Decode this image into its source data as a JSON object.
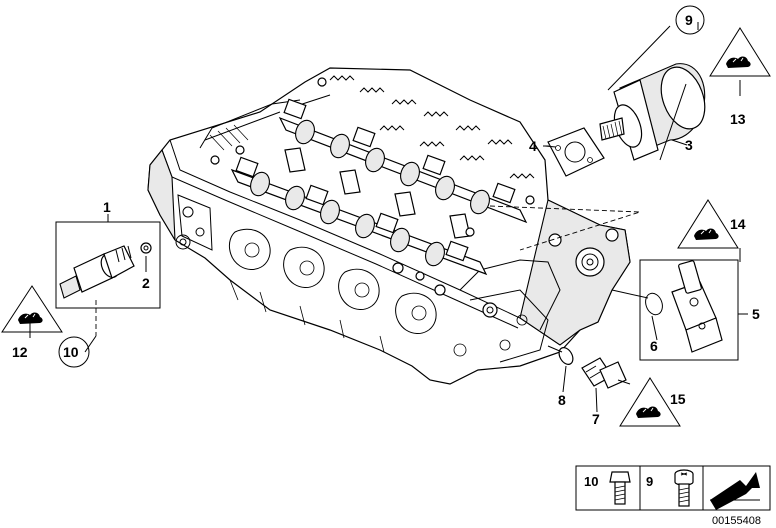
{
  "callouts": {
    "c1": "1",
    "c2": "2",
    "c3": "3",
    "c4": "4",
    "c5": "5",
    "c6": "6",
    "c7": "7",
    "c8": "8",
    "c9": "9",
    "c10": "10",
    "c12": "12",
    "c13": "13",
    "c14": "14",
    "c15": "15"
  },
  "legend": {
    "bolt_a": "10",
    "bolt_b": "9"
  },
  "reference": "00155408",
  "icons": {
    "warning": "warning-triangle-icon",
    "bolt": "bolt-icon",
    "torx_bolt": "torx-bolt-icon",
    "shim": "shim-arrow-icon"
  }
}
